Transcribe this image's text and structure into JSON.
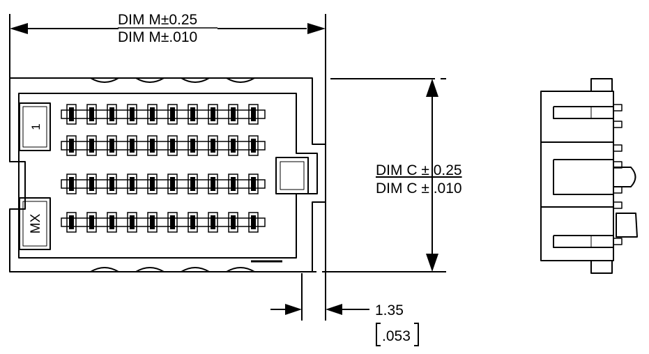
{
  "dim_m": {
    "mm": "DIM M±0.25",
    "inch": "DIM M±.010"
  },
  "dim_c": {
    "mm": "DIM C ± 0.25",
    "inch": "DIM C ± .010"
  },
  "offset": {
    "mm": "1.35",
    "inch": ".053"
  },
  "markings": {
    "pin1": "1",
    "brand": "MX"
  },
  "contact_rows": 4,
  "contacts_per_row": 10
}
